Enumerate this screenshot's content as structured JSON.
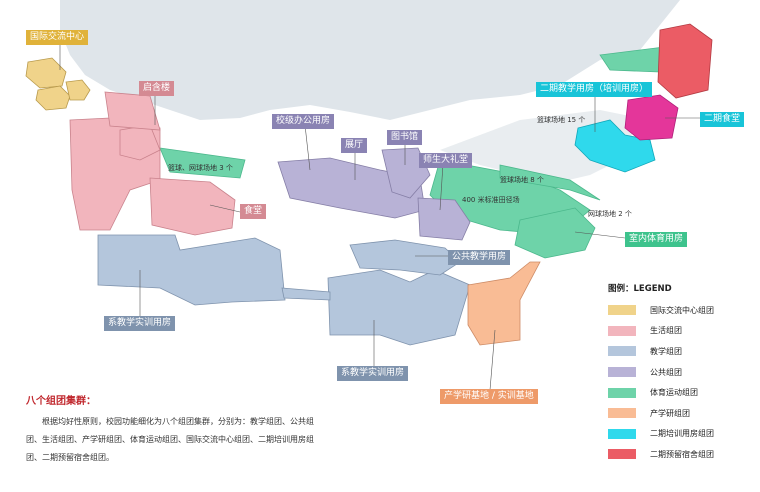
{
  "colors": {
    "intl": "#f0d38a",
    "life": "#f2b5bd",
    "teach": "#b4c6dc",
    "public": "#b8b2d6",
    "sport": "#6ed3a9",
    "industry": "#f9bc95",
    "training": "#2fd9ec",
    "dorm": "#eb5c65",
    "canteen2": "#e4369a",
    "water": "#dfe5ea"
  },
  "labels": {
    "intl_center": "国际交流中心",
    "qihanlou": "启含楼",
    "admin": "校级办公用房",
    "hall": "展厅",
    "library": "图书馆",
    "auditorium": "师生大礼堂",
    "canteen": "食堂",
    "public_teaching": "公共教学用房",
    "dept_teaching_left": "系教学实训用房",
    "dept_teaching_mid": "系教学实训用房",
    "industry": "产学研基地 / 实训基地",
    "gym": "室内体育用房",
    "phase2_teaching": "二期教学用房（培训用房）",
    "phase2_canteen": "二期食堂"
  },
  "notes": {
    "court3": "篮球、网球场地 3 个",
    "court8": "篮球场地 8 个",
    "track": "400 米标准田径场",
    "tennis2": "网球场地 2 个",
    "court15": "篮球场地 15 个"
  },
  "legend": {
    "title": "图例：LEGEND",
    "items": [
      {
        "label": "国际交流中心组团",
        "color": "#f0d38a"
      },
      {
        "label": "生活组团",
        "color": "#f2b5bd"
      },
      {
        "label": "教学组团",
        "color": "#b4c6dc"
      },
      {
        "label": "公共组团",
        "color": "#b8b2d6"
      },
      {
        "label": "体育运动组团",
        "color": "#6ed3a9"
      },
      {
        "label": "产学研组团",
        "color": "#f9bc95"
      },
      {
        "label": "二期培训用房组团",
        "color": "#2fd9ec"
      },
      {
        "label": "二期预留宿舍组团",
        "color": "#eb5c65"
      }
    ]
  },
  "description": {
    "title": "八个组团集群：",
    "body": "根据均好性原则，校园功能细化为八个组团集群，分别为：教学组团、公共组团、生活组团、产学研组团、体育运动组团、国际交流中心组团、二期培训用房组团、二期预留宿舍组团。"
  }
}
